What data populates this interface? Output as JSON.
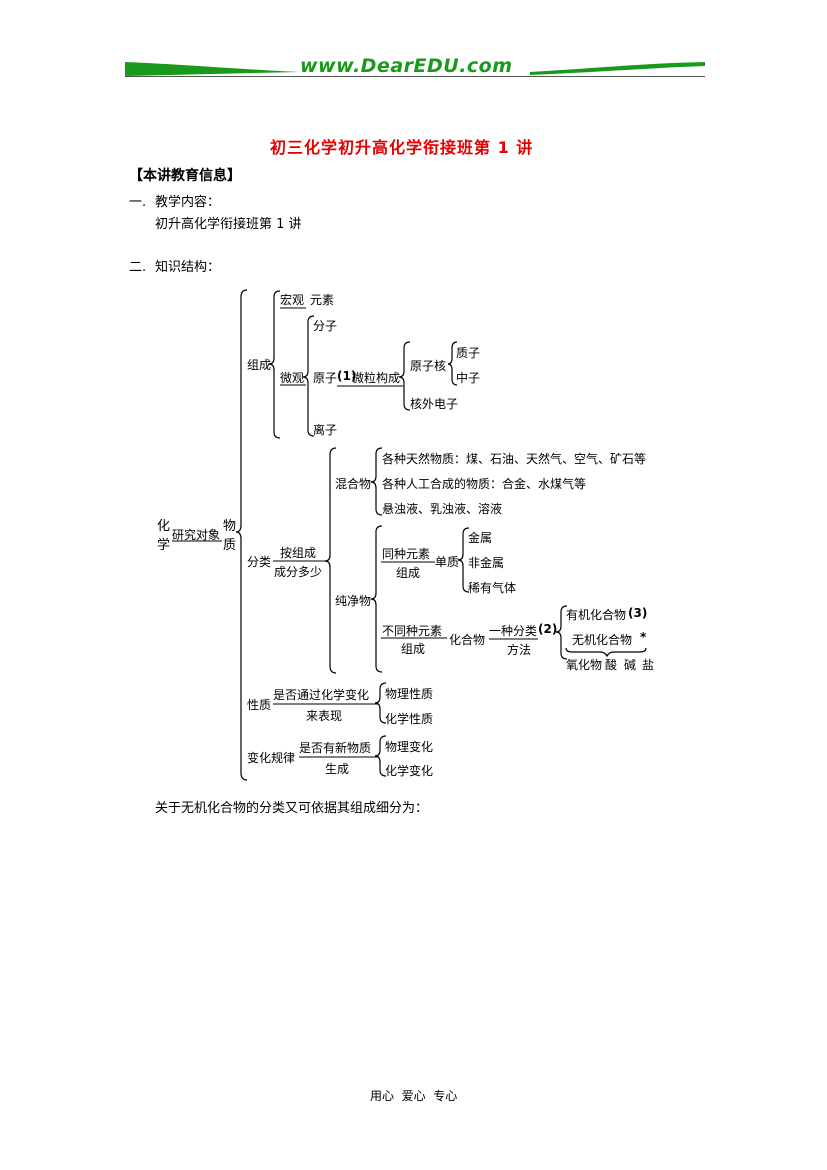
{
  "header": {
    "logo_text": "www.DearEDU.com"
  },
  "doc_title": "初三化学初升高化学衔接班第 1 讲",
  "section_header": "【本讲教育信息】",
  "item1": {
    "num": "一.",
    "label": "教学内容：",
    "content": "初升高化学衔接班第 1 讲"
  },
  "item2": {
    "num": "二.",
    "label": "知识结构："
  },
  "diagram": {
    "root_top": "化",
    "root_bottom": "学",
    "research_object": "研究对象",
    "object_top": "物",
    "object_bottom": "质",
    "composition": "组成",
    "macro": "宏观",
    "element": "元素",
    "micro": "微观",
    "molecule": "分子",
    "atom": "原子",
    "marker1": "(1)",
    "particle_composition": "微粒构成",
    "nucleus": "原子核",
    "proton": "质子",
    "neutron": "中子",
    "electron": "核外电子",
    "ion": "离子",
    "classification": "分类",
    "by_composition_top": "按组成",
    "by_composition_bottom": "成分多少",
    "mixture": "混合物",
    "mixture_items": [
      "各种天然物质：煤、石油、天然气、空气、矿石等",
      "各种人工合成的物质：合金、水煤气等",
      "悬浊液、乳浊液、溶液"
    ],
    "pure": "纯净物",
    "same_element_top": "同种元素",
    "same_element_bottom": "组成",
    "simple_substance": "单质",
    "metal": "金属",
    "nonmetal": "非金属",
    "noble_gas": "稀有气体",
    "diff_element_top": "不同种元素",
    "diff_element_bottom": "组成",
    "compound": "化合物",
    "one_method_top": "一种分类",
    "one_method_bottom": "方法",
    "marker2": "(2)",
    "organic": "有机化合物",
    "marker3": "(3)",
    "inorganic": "无机化合物",
    "star": "*",
    "oxide": "氧化物",
    "acid": "酸",
    "base": "碱",
    "salt": "盐",
    "property": "性质",
    "property_cond_top": "是否通过化学变化",
    "property_cond_bottom": "来表现",
    "physical_property": "物理性质",
    "chemical_property": "化学性质",
    "change_rule": "变化规律",
    "change_cond_top": "是否有新物质",
    "change_cond_bottom": "生成",
    "physical_change": "物理变化",
    "chemical_change": "化学变化"
  },
  "closing_text": "关于无机化合物的分类又可依据其组成细分为：",
  "footer": "用心  爱心  专心"
}
